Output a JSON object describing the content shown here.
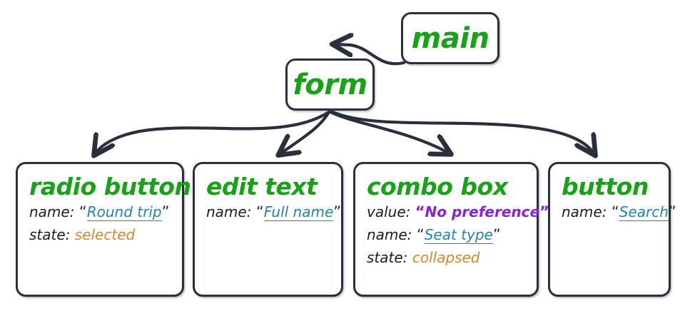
{
  "diagram": {
    "title": "accessibility-tree",
    "colors": {
      "node_stroke": "#28303c",
      "node_fill": "#ffffff",
      "role_green": "#17a217",
      "link_teal": "#1f86ab",
      "value_purple": "#8a22dd",
      "state_orange": "#d4882c",
      "key_black": "#1c1c1c"
    },
    "root": {
      "label": "main"
    },
    "parent": {
      "label": "form"
    },
    "children": [
      {
        "role": "radio button",
        "props": [
          {
            "key": "name:",
            "value": "Round trip",
            "kind": "link",
            "quoted": true
          },
          {
            "key": "state:",
            "value": "selected",
            "kind": "state",
            "quoted": false
          }
        ]
      },
      {
        "role": "edit text",
        "props": [
          {
            "key": "name:",
            "value": "Full name",
            "kind": "link",
            "quoted": true
          }
        ]
      },
      {
        "role": "combo box",
        "props": [
          {
            "key": "value:",
            "value": "No preference",
            "kind": "value",
            "quoted": true
          },
          {
            "key": "name:",
            "value": "Seat type",
            "kind": "link",
            "quoted": true
          },
          {
            "key": "state:",
            "value": "collapsed",
            "kind": "state",
            "quoted": false
          }
        ]
      },
      {
        "role": "button",
        "props": [
          {
            "key": "name:",
            "value": "Search",
            "kind": "link",
            "quoted": true
          }
        ]
      }
    ],
    "edges": [
      {
        "from": "main",
        "to": "form"
      },
      {
        "from": "form",
        "to": "radio button"
      },
      {
        "from": "form",
        "to": "edit text"
      },
      {
        "from": "form",
        "to": "combo box"
      },
      {
        "from": "form",
        "to": "button"
      }
    ]
  }
}
